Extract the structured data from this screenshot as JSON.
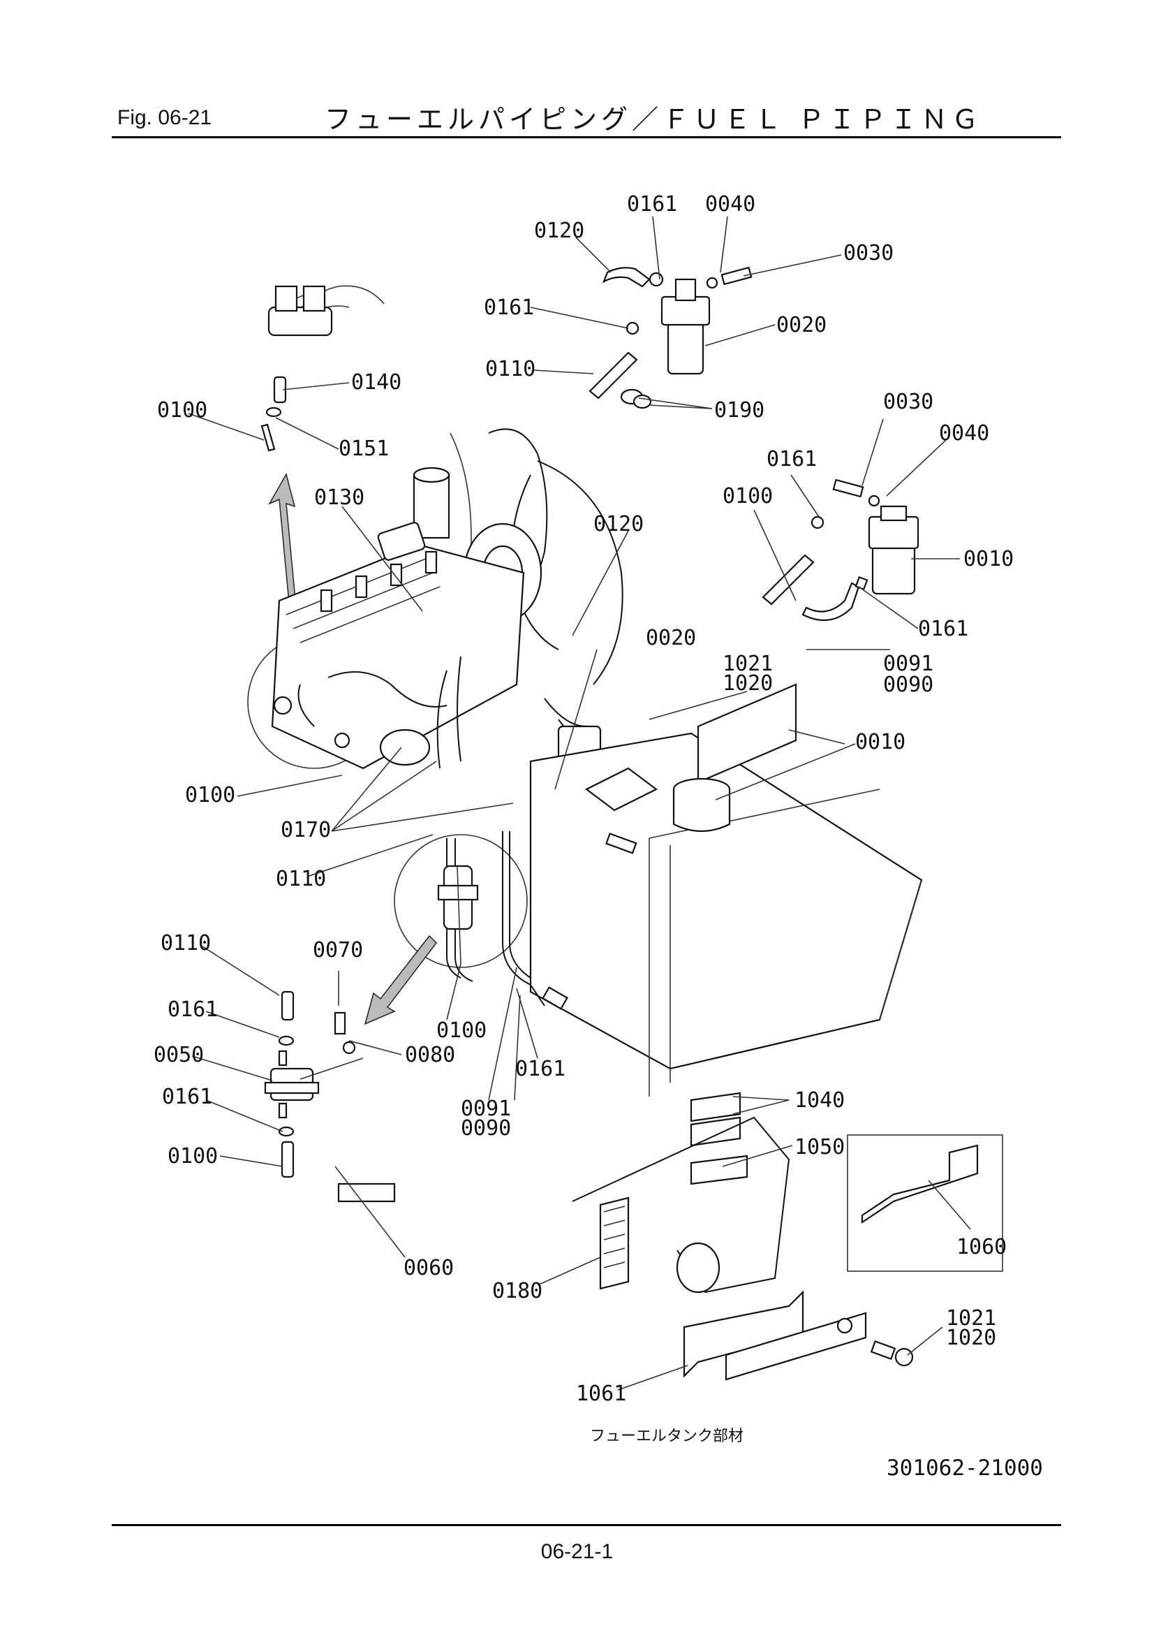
{
  "header": {
    "fig_label": "Fig.  06-21",
    "title": "フューエルパイピング／ＦＵＥＬ ＰＩＰＩＮＧ"
  },
  "footer": {
    "page_number": "06-21-1",
    "drawing_number": "301062-21000"
  },
  "callouts": [
    {
      "id": "c1",
      "label": "0161"
    },
    {
      "id": "c2",
      "label": "0040"
    },
    {
      "id": "c3",
      "label": "0120"
    },
    {
      "id": "c4",
      "label": "0030"
    },
    {
      "id": "c5",
      "label": "0161"
    },
    {
      "id": "c6",
      "label": "0020"
    },
    {
      "id": "c7",
      "label": "0110"
    },
    {
      "id": "c8",
      "label": "0190"
    },
    {
      "id": "c9",
      "label": "0140"
    },
    {
      "id": "c10",
      "label": "0100"
    },
    {
      "id": "c11",
      "label": "0151"
    },
    {
      "id": "c12",
      "label": "0030"
    },
    {
      "id": "c13",
      "label": "0040"
    },
    {
      "id": "c14",
      "label": "0161"
    },
    {
      "id": "c15",
      "label": "0130"
    },
    {
      "id": "c16",
      "label": "0100"
    },
    {
      "id": "c17",
      "label": "0120"
    },
    {
      "id": "c18",
      "label": "0010"
    },
    {
      "id": "c19",
      "label": "0161"
    },
    {
      "id": "c20",
      "label": "0020"
    },
    {
      "id": "c21",
      "label": "1021"
    },
    {
      "id": "c22",
      "label": "1020"
    },
    {
      "id": "c23",
      "label": "0091"
    },
    {
      "id": "c24",
      "label": "0090"
    },
    {
      "id": "c25",
      "label": "0010"
    },
    {
      "id": "c26",
      "label": "0100"
    },
    {
      "id": "c27",
      "label": "0170"
    },
    {
      "id": "c28",
      "label": "0110"
    },
    {
      "id": "c29",
      "label": "0110"
    },
    {
      "id": "c30",
      "label": "0070"
    },
    {
      "id": "c31",
      "label": "0161"
    },
    {
      "id": "c32",
      "label": "0100"
    },
    {
      "id": "c33",
      "label": "0050"
    },
    {
      "id": "c34",
      "label": "0080"
    },
    {
      "id": "c35",
      "label": "0161"
    },
    {
      "id": "c36",
      "label": "0161"
    },
    {
      "id": "c37",
      "label": "0091"
    },
    {
      "id": "c38",
      "label": "0090"
    },
    {
      "id": "c39",
      "label": "1040"
    },
    {
      "id": "c40",
      "label": "0100"
    },
    {
      "id": "c41",
      "label": "1050"
    },
    {
      "id": "c42",
      "label": "1060"
    },
    {
      "id": "c43",
      "label": "0060"
    },
    {
      "id": "c44",
      "label": "0180"
    },
    {
      "id": "c45",
      "label": "1021"
    },
    {
      "id": "c46",
      "label": "1020"
    },
    {
      "id": "c47",
      "label": "1061"
    }
  ],
  "tank_part_note": "フューエルタンク部材"
}
